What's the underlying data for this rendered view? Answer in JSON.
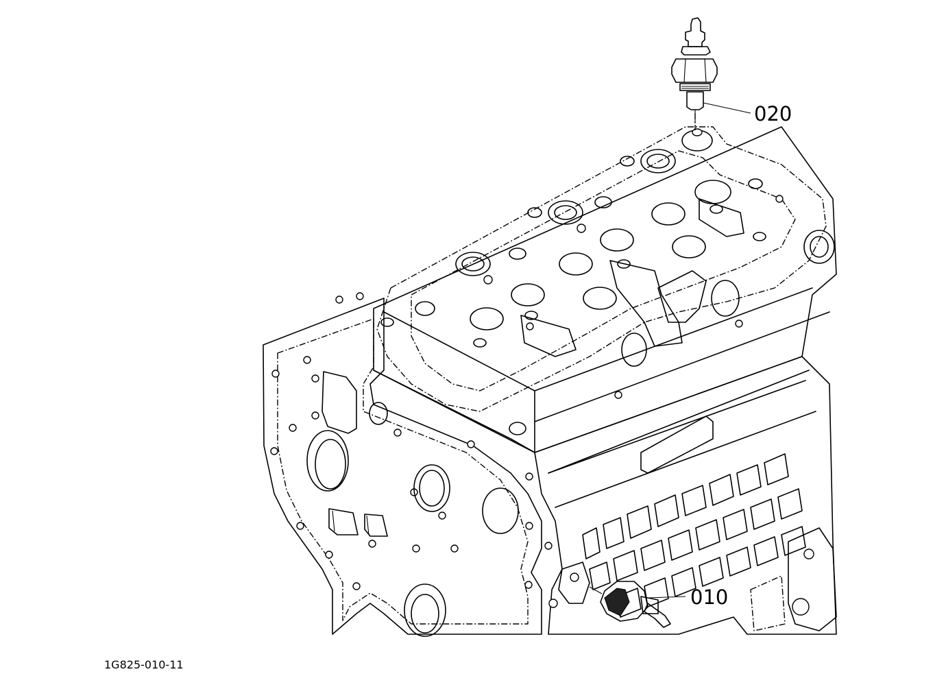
{
  "diagram": {
    "figure_code": "1G825-010-11",
    "callouts": [
      {
        "id": "callout-020",
        "label": "020"
      },
      {
        "id": "callout-010",
        "label": "010"
      }
    ],
    "colors": {
      "line": "#000000",
      "background": "#ffffff"
    }
  }
}
